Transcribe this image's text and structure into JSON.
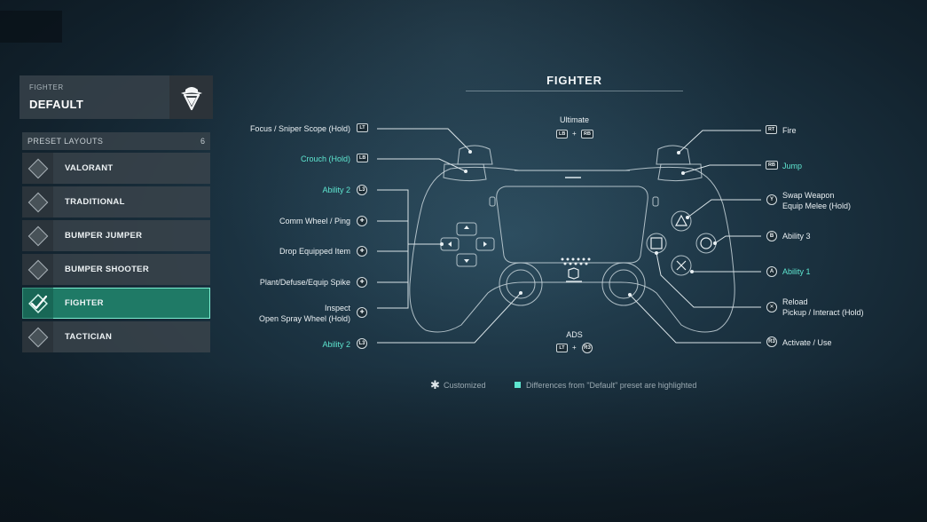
{
  "preset": {
    "kicker": "FIGHTER",
    "name": "DEFAULT"
  },
  "layouts": {
    "title": "PRESET LAYOUTS",
    "count": "6",
    "items": [
      {
        "label": "VALORANT",
        "selected": false
      },
      {
        "label": "TRADITIONAL",
        "selected": false
      },
      {
        "label": "BUMPER JUMPER",
        "selected": false
      },
      {
        "label": "BUMPER SHOOTER",
        "selected": false
      },
      {
        "label": "FIGHTER",
        "selected": true
      },
      {
        "label": "TACTICIAN",
        "selected": false
      }
    ]
  },
  "main": {
    "title": "FIGHTER"
  },
  "left_bindings": [
    {
      "label": "Focus / Sniper Scope (Hold)",
      "badge": "LT",
      "highlight": false
    },
    {
      "label": "Crouch (Hold)",
      "badge": "LB",
      "highlight": true
    },
    {
      "label": "Ability 2",
      "badge": "L3",
      "highlight": true
    },
    {
      "label": "Comm Wheel / Ping",
      "badge": "✚",
      "highlight": false
    },
    {
      "label": "Drop Equipped Item",
      "badge": "✚",
      "highlight": false
    },
    {
      "label": "Plant/Defuse/Equip Spike",
      "badge": "✚",
      "highlight": false
    },
    {
      "label": "Inspect",
      "label2": "Open Spray Wheel (Hold)",
      "badge": "✚",
      "highlight": false
    },
    {
      "label": "Ability 2",
      "badge": "L3",
      "highlight": true
    }
  ],
  "right_bindings": [
    {
      "label": "Fire",
      "badge": "RT",
      "highlight": false
    },
    {
      "label": "Jump",
      "badge": "RB",
      "highlight": true
    },
    {
      "label": "Swap Weapon",
      "label2": "Equip Melee (Hold)",
      "badge": "Y",
      "highlight": false
    },
    {
      "label": "Ability 3",
      "badge": "B",
      "highlight": false
    },
    {
      "label": "Ability 1",
      "badge": "A",
      "highlight": true
    },
    {
      "label": "Reload",
      "label2": "Pickup / Interact (Hold)",
      "badge": "✕",
      "highlight": false
    },
    {
      "label": "Activate / Use",
      "badge": "R3",
      "highlight": false
    }
  ],
  "center_bindings": {
    "ultimate": {
      "label": "Ultimate",
      "badges": [
        "LB",
        "RB"
      ],
      "plus": "+"
    },
    "ads": {
      "label": "ADS",
      "badges": [
        "LT",
        "R3"
      ],
      "plus": "+"
    }
  },
  "legend": {
    "star": "✱",
    "customized": "Customized",
    "differences": "Differences from \"Default\" preset are highlighted"
  },
  "colors": {
    "highlight": "#5ee6d0",
    "selected_bg": "#1f7a66"
  },
  "icons": {
    "agent": "agent-hat-emblem-icon",
    "layout": "diamond-icon",
    "selected_layout": "checkmark-icon"
  }
}
